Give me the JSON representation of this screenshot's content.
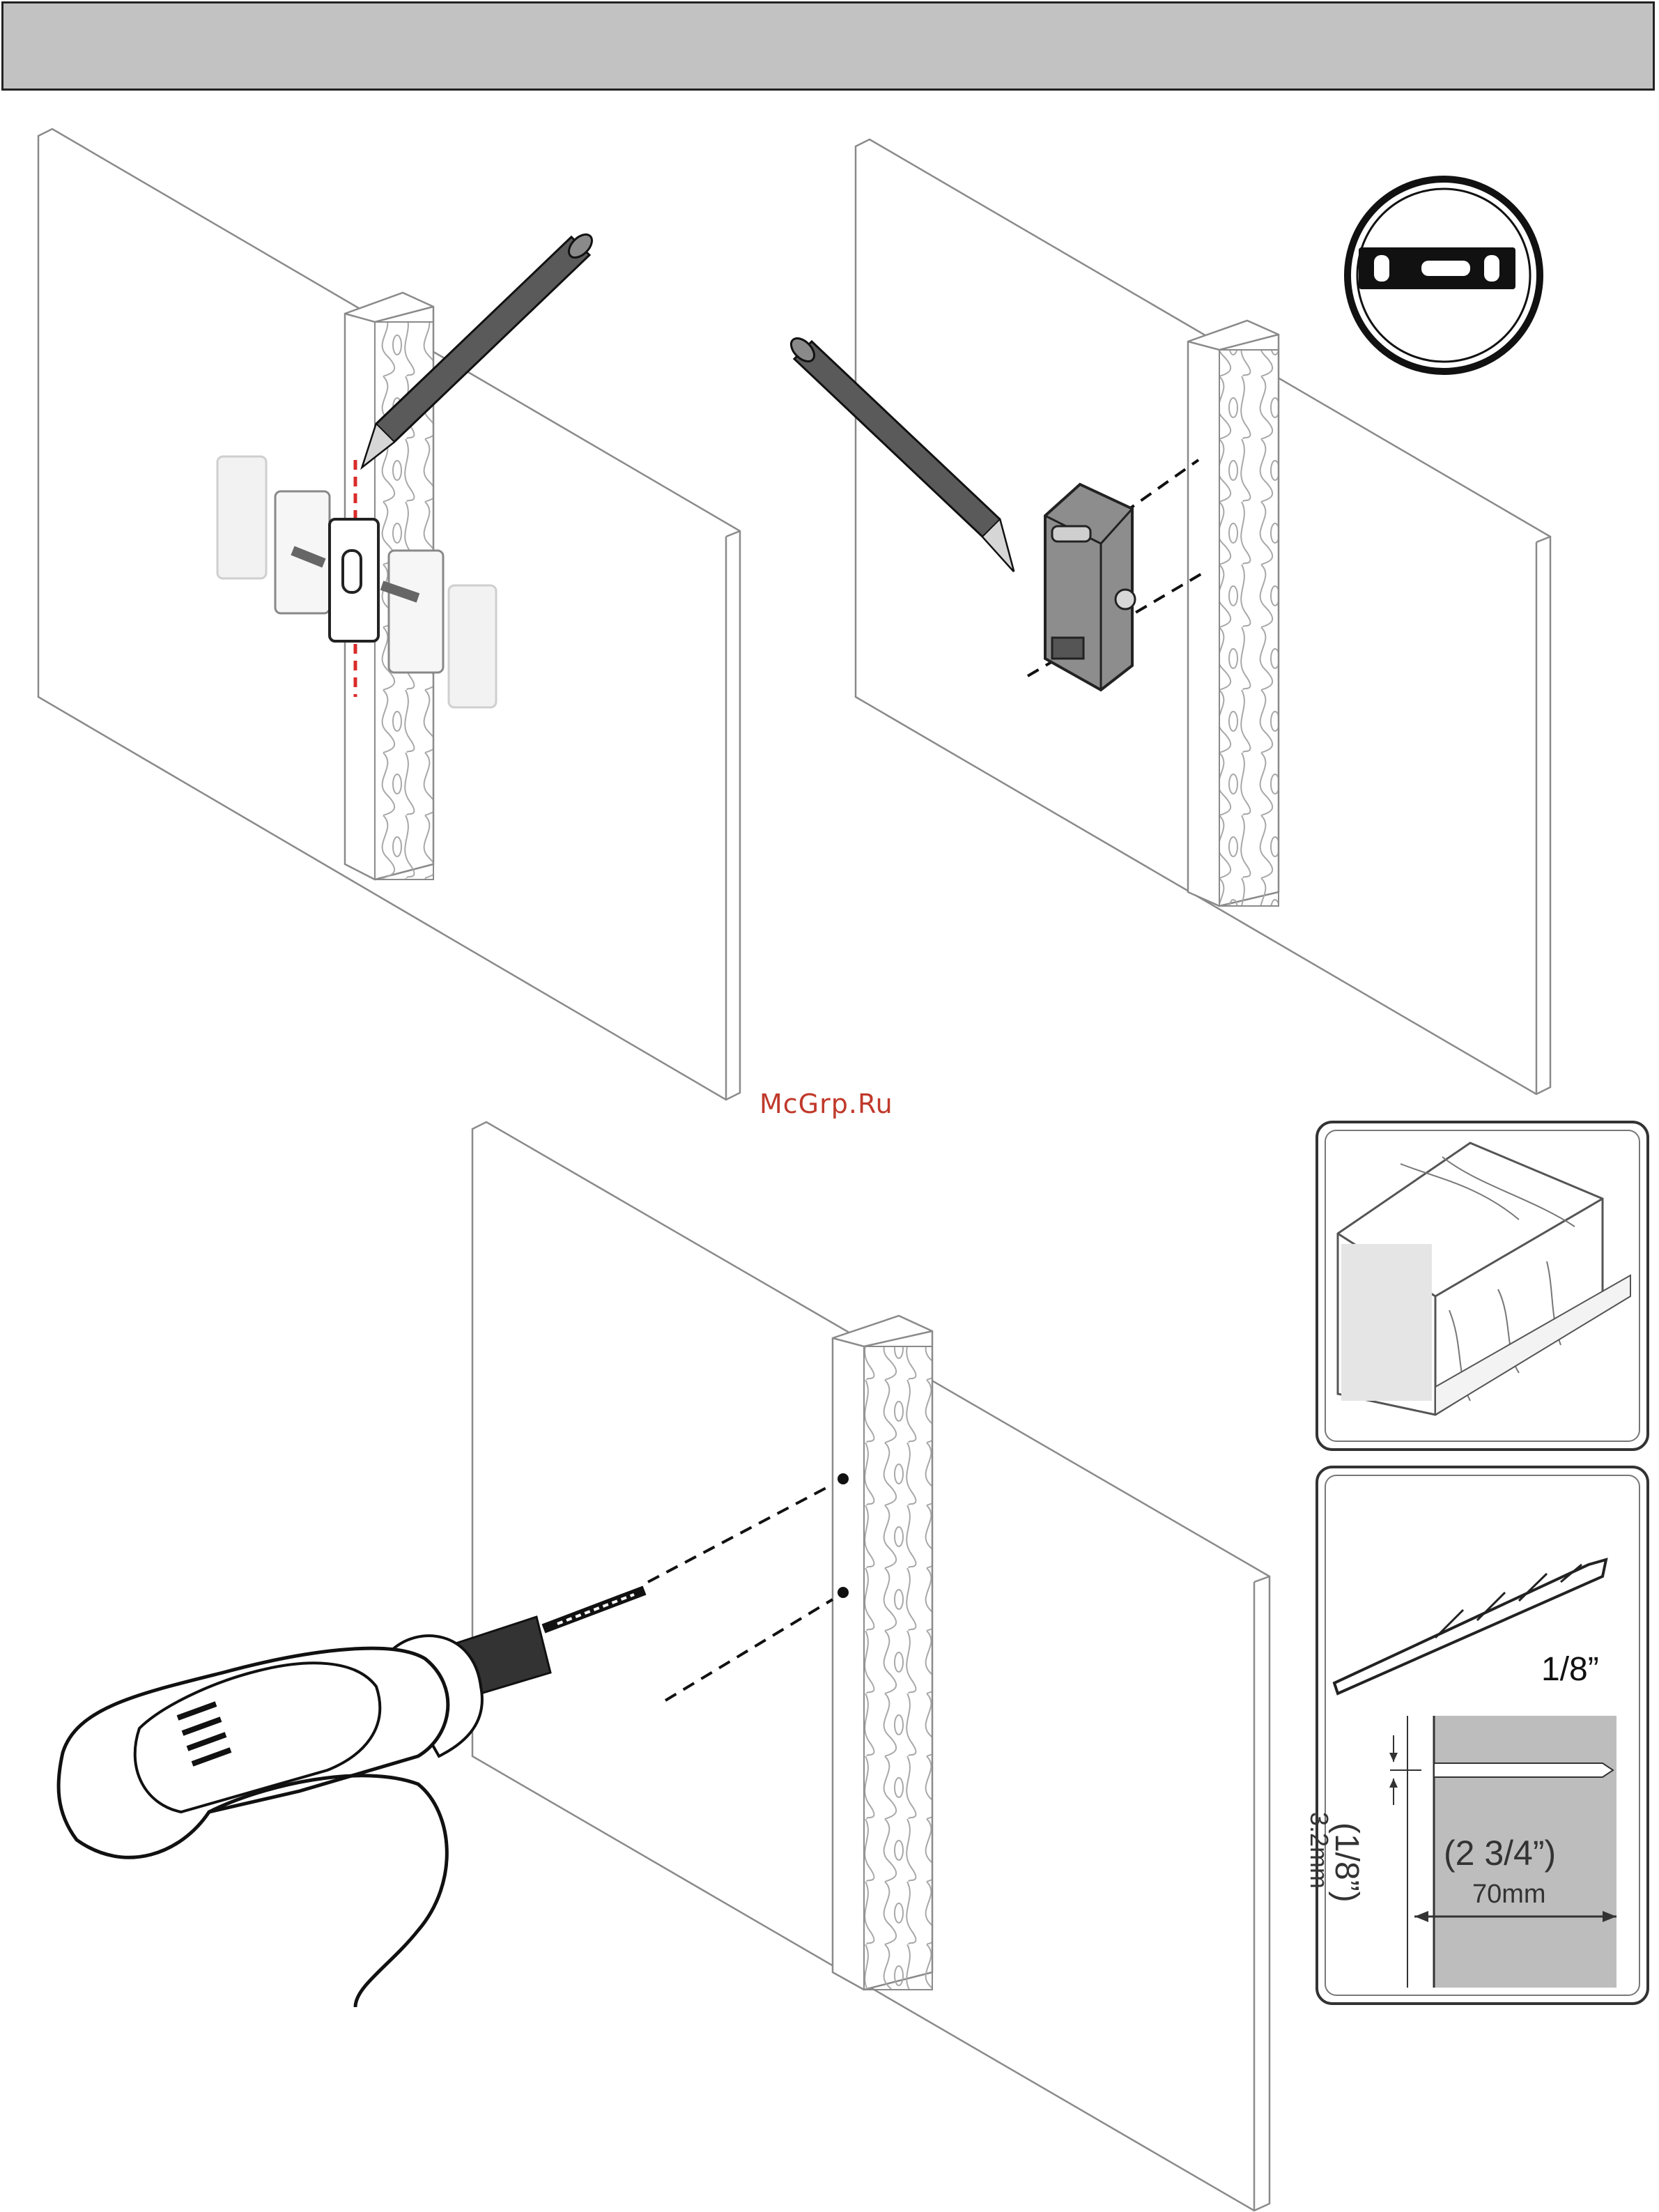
{
  "colors": {
    "header": "#c2c2c2",
    "line": "#7a7a7a",
    "mark_red": "#d92b2b",
    "bracket_gray": "#8d8d8d",
    "pencil": "#5a5a5a",
    "watermark": "#c0392b",
    "panel_fill": "#bdbdbd"
  },
  "icons": [
    "stud-finder-icon",
    "pencil-icon",
    "level-icon",
    "wall-bracket-icon",
    "wood-stud-icon",
    "drill-icon",
    "drill-bit-icon",
    "depth-gauge-icon"
  ],
  "watermark": {
    "text": "McGrp.Ru"
  },
  "drill_bit": {
    "size": "1/8”"
  },
  "depth_diagram": {
    "depth_imperial": "(2 3/4”)",
    "depth_metric": "70mm",
    "diameter_imperial": "(1/8”)",
    "diameter_metric": "3.2mm"
  }
}
